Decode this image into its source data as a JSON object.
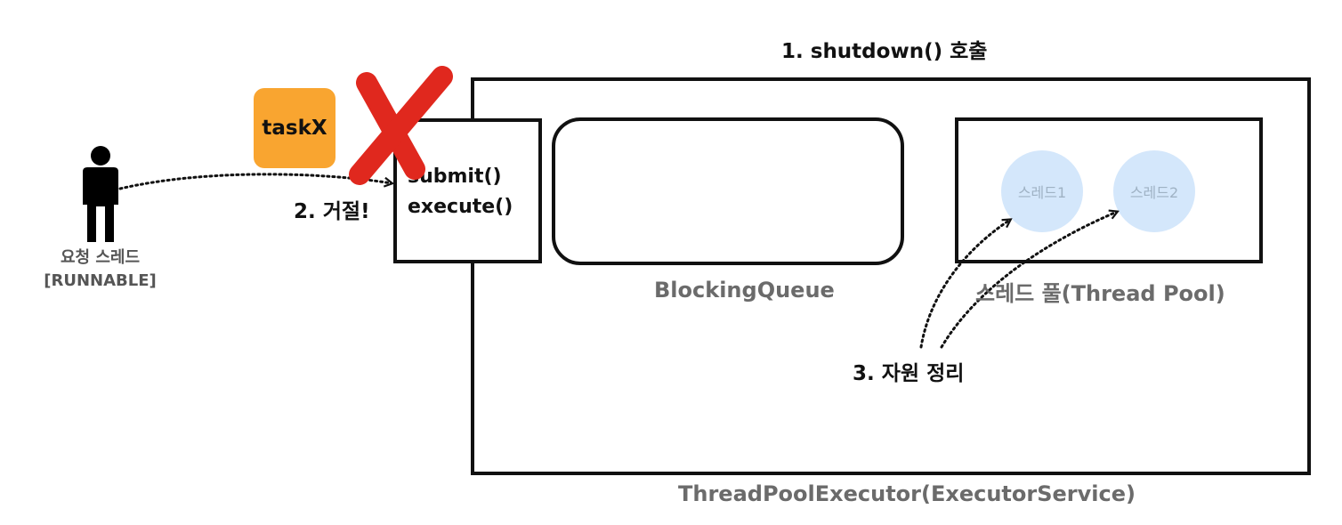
{
  "step1": "1. shutdown() 호출",
  "step2": "2. 거절!",
  "step3": "3. 자원 정리",
  "task": "taskX",
  "requester": {
    "line1": "요청 스레드",
    "line2": "[RUNNABLE]"
  },
  "api": {
    "submit": "submit()",
    "execute": "execute()"
  },
  "queue_label": "BlockingQueue",
  "pool_label": "스레드 풀(Thread Pool)",
  "threads": [
    "스레드1",
    "스레드2"
  ],
  "executor_label": "ThreadPoolExecutor(ExecutorService)",
  "colors": {
    "task": "#f9a530",
    "thread": "#d4e7fb",
    "reject": "#e0281e",
    "border": "#111111"
  },
  "icons": {
    "person": "person-icon",
    "reject": "red-x-icon"
  }
}
